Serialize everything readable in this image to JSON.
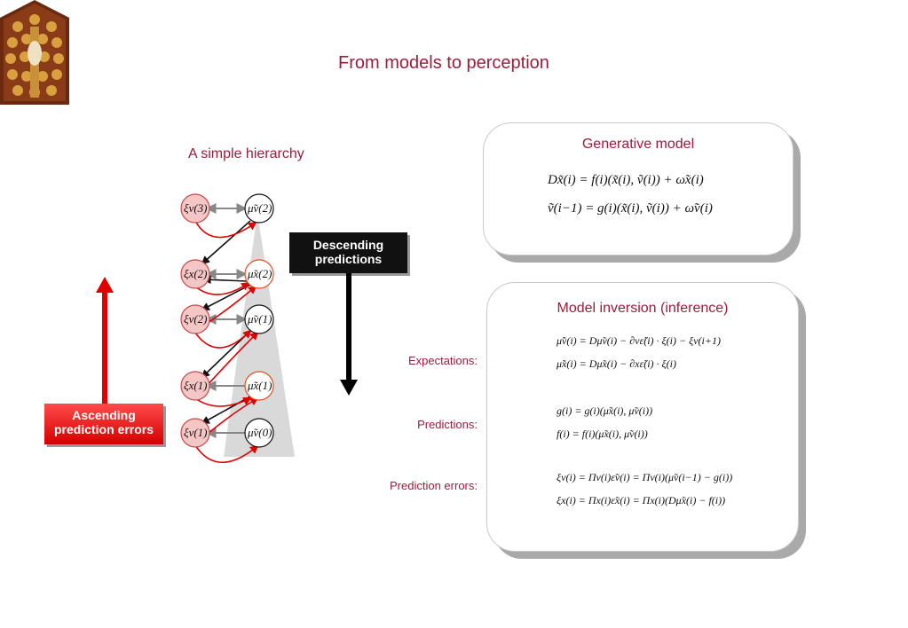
{
  "title": "From models to perception",
  "hierarchy": {
    "title": "A simple hierarchy",
    "nodes": {
      "xi_v3": "ξv(3)",
      "mu_v2": "μ̃v(2)",
      "xi_x2": "ξx(2)",
      "mu_x2": "μ̃x(2)",
      "xi_v2": "ξv(2)",
      "mu_v1": "μ̃v(1)",
      "xi_x1": "ξx(1)",
      "mu_x1": "μ̃x(1)",
      "xi_v1": "ξv(1)",
      "mu_v0": "μ̃v(0)"
    },
    "descending_label": "Descending predictions",
    "ascending_label": "Ascending prediction errors"
  },
  "generative_model": {
    "title": "Generative model",
    "eq1": "Dx̃(i) = f(i)(x̃(i), ṽ(i)) + ω̃x(i)",
    "eq2": "ṽ(i−1) = g(i)(x̃(i), ṽ(i)) + ω̃v(i)"
  },
  "inversion": {
    "title": "Model inversion (inference)",
    "labels": {
      "expectations": "Expectations:",
      "predictions": "Predictions:",
      "errors": "Prediction errors:"
    },
    "expectations": [
      "μ̃̇v(i) = Dμ̃v(i) − ∂vε̃(i) · ξ(i) − ξv(i+1)",
      "μ̃̇x(i) = Dμ̃x(i) − ∂xε̃(i) · ξ(i)"
    ],
    "predictions": [
      "g(i) = g(i)(μ̃x(i), μ̃v(i))",
      "f(i) = f(i)(μ̃x(i), μ̃v(i))"
    ],
    "errors": [
      "ξv(i) = Πv(i)ε̃v(i) = Πv(i)(μ̃v(i−1) − g(i))",
      "ξx(i) = Πx(i)ε̃x(i) = Πx(i)(Dμ̃x(i) − f(i))"
    ]
  },
  "colors": {
    "accent": "#9b1c3c",
    "error_node": "#f5c6c6",
    "red_arrow": "#e00000"
  }
}
